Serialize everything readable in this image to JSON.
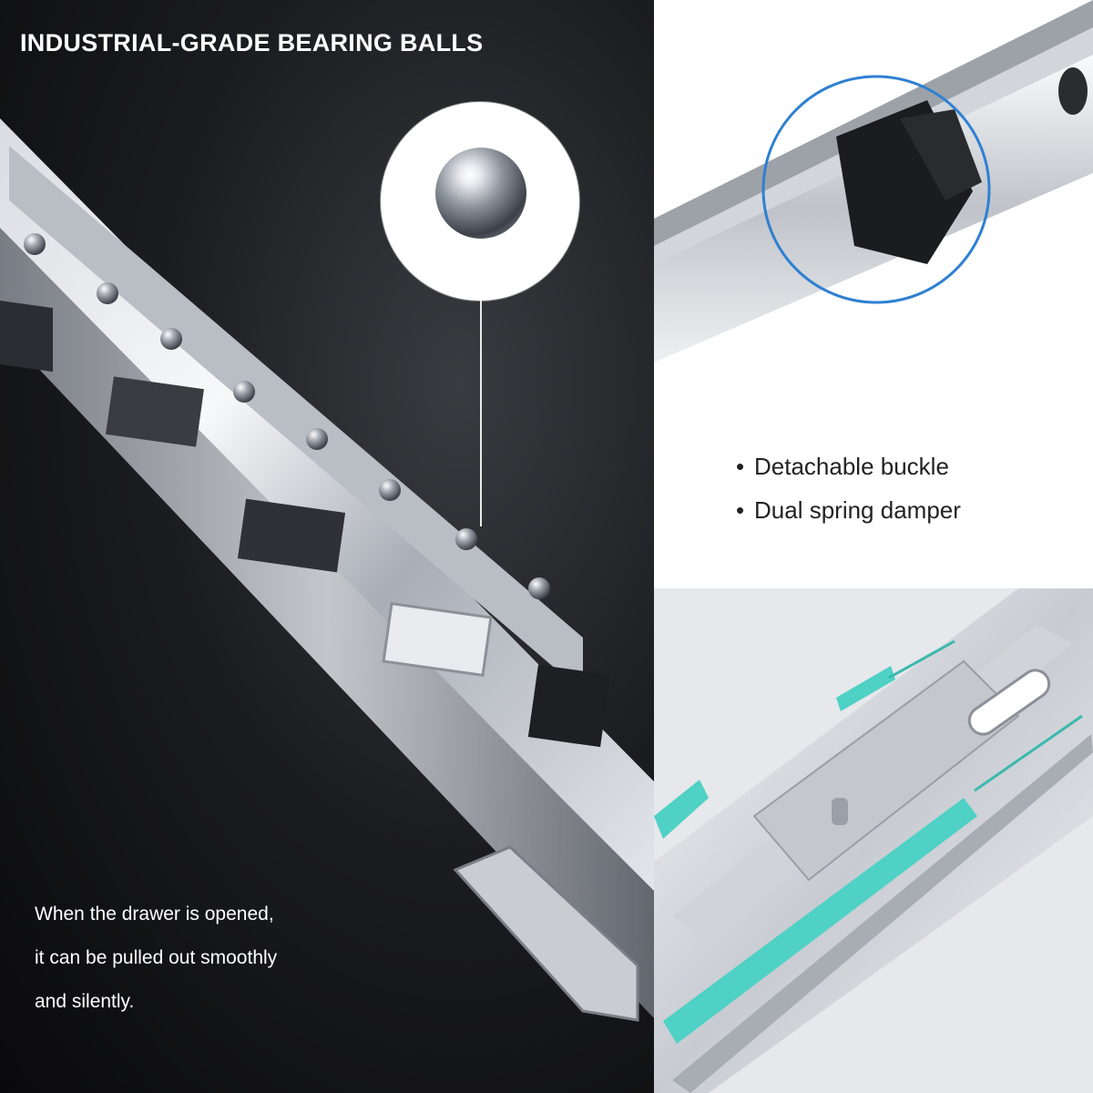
{
  "headline": "INDUSTRIAL-GRADE BEARING BALLS",
  "caption": {
    "line1": "When the drawer is opened,",
    "line2": "it can be pulled out smoothly",
    "line3": "and silently."
  },
  "features": [
    {
      "dot": "•",
      "text": "Detachable buckle"
    },
    {
      "dot": "•",
      "text": "Dual spring damper"
    }
  ],
  "colors": {
    "accent_circle": "#2f80d1",
    "damper_teal": "#4fd1c5",
    "dark_background": "#141518"
  },
  "icons": {
    "bearing_ball": "bearing-ball-icon",
    "zoom_circle": "zoom-circle-icon"
  }
}
